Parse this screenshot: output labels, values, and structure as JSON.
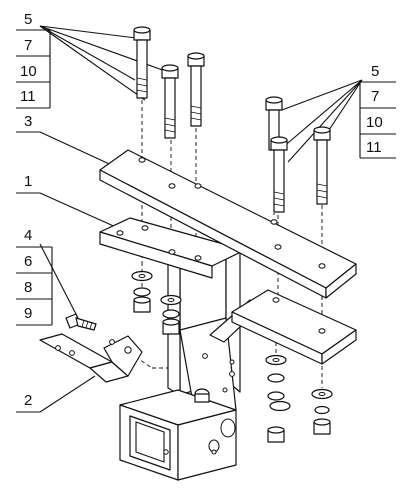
{
  "callouts": {
    "group_top_left": [
      "5",
      "7",
      "10",
      "11"
    ],
    "group_top_right": [
      "5",
      "7",
      "10",
      "11"
    ],
    "group_left": [
      "4",
      "6",
      "8",
      "9"
    ],
    "label_plate_top": "3",
    "label_plate_mid": "1",
    "label_bracket": "2"
  }
}
